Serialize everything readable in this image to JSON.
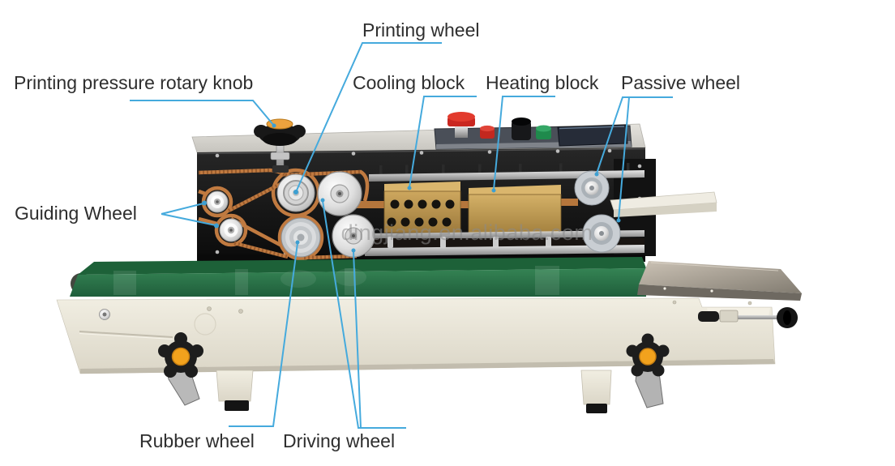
{
  "watermark": {
    "text": "dingjiang.en.alibaba.com"
  },
  "labels": {
    "printing_wheel": "Printing wheel",
    "printing_pressure_rotary_knob": "Printing pressure rotary knob",
    "cooling_block": "Cooling block",
    "heating_block": "Heating block",
    "passive_wheel": "Passive wheel",
    "guiding_wheel": "Guiding Wheel",
    "rubber_wheel": "Rubber wheel",
    "driving_wheel": "Driving wheel"
  },
  "colors": {
    "leader_line": "#45aadd",
    "label_text": "#2e2e2e",
    "panel_black": "#151515",
    "conveyor_green": "#2f7c4b",
    "brass_block": "#bb954e",
    "copper_belt": "#b5763c",
    "base_cream": "#eae6d9",
    "knob_orange": "#f2a21d",
    "estop_red": "#d32b22",
    "button_green": "#2e9e52"
  }
}
